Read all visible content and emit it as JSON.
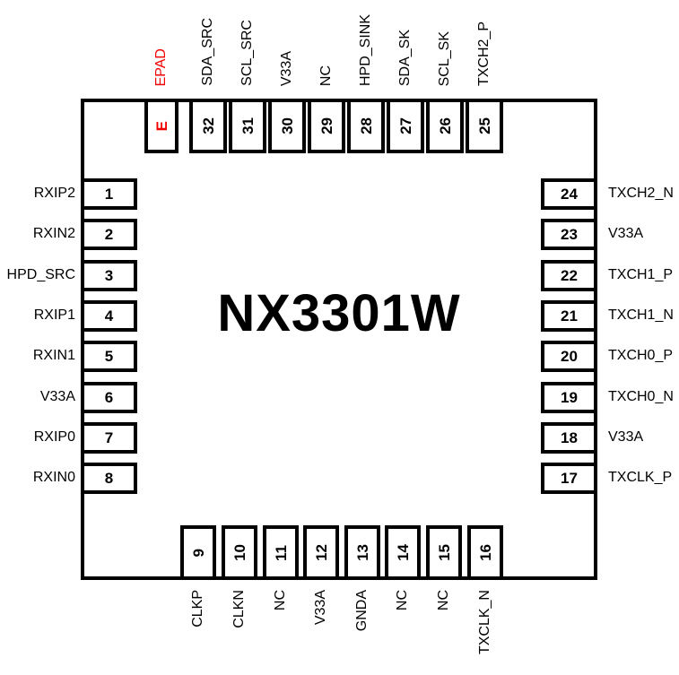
{
  "diagram": {
    "title": "NX3301W",
    "colors": {
      "outline": "#000000",
      "epad_red": "#f20000",
      "background": "#ffffff"
    }
  },
  "pins": {
    "top": [
      {
        "num": "E",
        "label": "EPAD"
      },
      {
        "num": "32",
        "label": "SDA_SRC"
      },
      {
        "num": "31",
        "label": "SCL_SRC"
      },
      {
        "num": "30",
        "label": "V33A"
      },
      {
        "num": "29",
        "label": "NC"
      },
      {
        "num": "28",
        "label": "HPD_SINK"
      },
      {
        "num": "27",
        "label": "SDA_SK"
      },
      {
        "num": "26",
        "label": "SCL_SK"
      },
      {
        "num": "25",
        "label": "TXCH2_P"
      }
    ],
    "left": [
      {
        "num": "1",
        "label": "RXIP2"
      },
      {
        "num": "2",
        "label": "RXIN2"
      },
      {
        "num": "3",
        "label": "HPD_SRC"
      },
      {
        "num": "4",
        "label": "RXIP1"
      },
      {
        "num": "5",
        "label": "RXIN1"
      },
      {
        "num": "6",
        "label": "V33A"
      },
      {
        "num": "7",
        "label": "RXIP0"
      },
      {
        "num": "8",
        "label": "RXIN0"
      }
    ],
    "right": [
      {
        "num": "24",
        "label": "TXCH2_N"
      },
      {
        "num": "23",
        "label": "V33A"
      },
      {
        "num": "22",
        "label": "TXCH1_P"
      },
      {
        "num": "21",
        "label": "TXCH1_N"
      },
      {
        "num": "20",
        "label": "TXCH0_P"
      },
      {
        "num": "19",
        "label": "TXCH0_N"
      },
      {
        "num": "18",
        "label": "V33A"
      },
      {
        "num": "17",
        "label": "TXCLK_P"
      }
    ],
    "bottom": [
      {
        "num": "9",
        "label": "CLKP"
      },
      {
        "num": "10",
        "label": "CLKN"
      },
      {
        "num": "11",
        "label": "NC"
      },
      {
        "num": "12",
        "label": "V33A"
      },
      {
        "num": "13",
        "label": "GNDA"
      },
      {
        "num": "14",
        "label": "NC"
      },
      {
        "num": "15",
        "label": "NC"
      },
      {
        "num": "16",
        "label": "TXCLK_N"
      }
    ]
  }
}
